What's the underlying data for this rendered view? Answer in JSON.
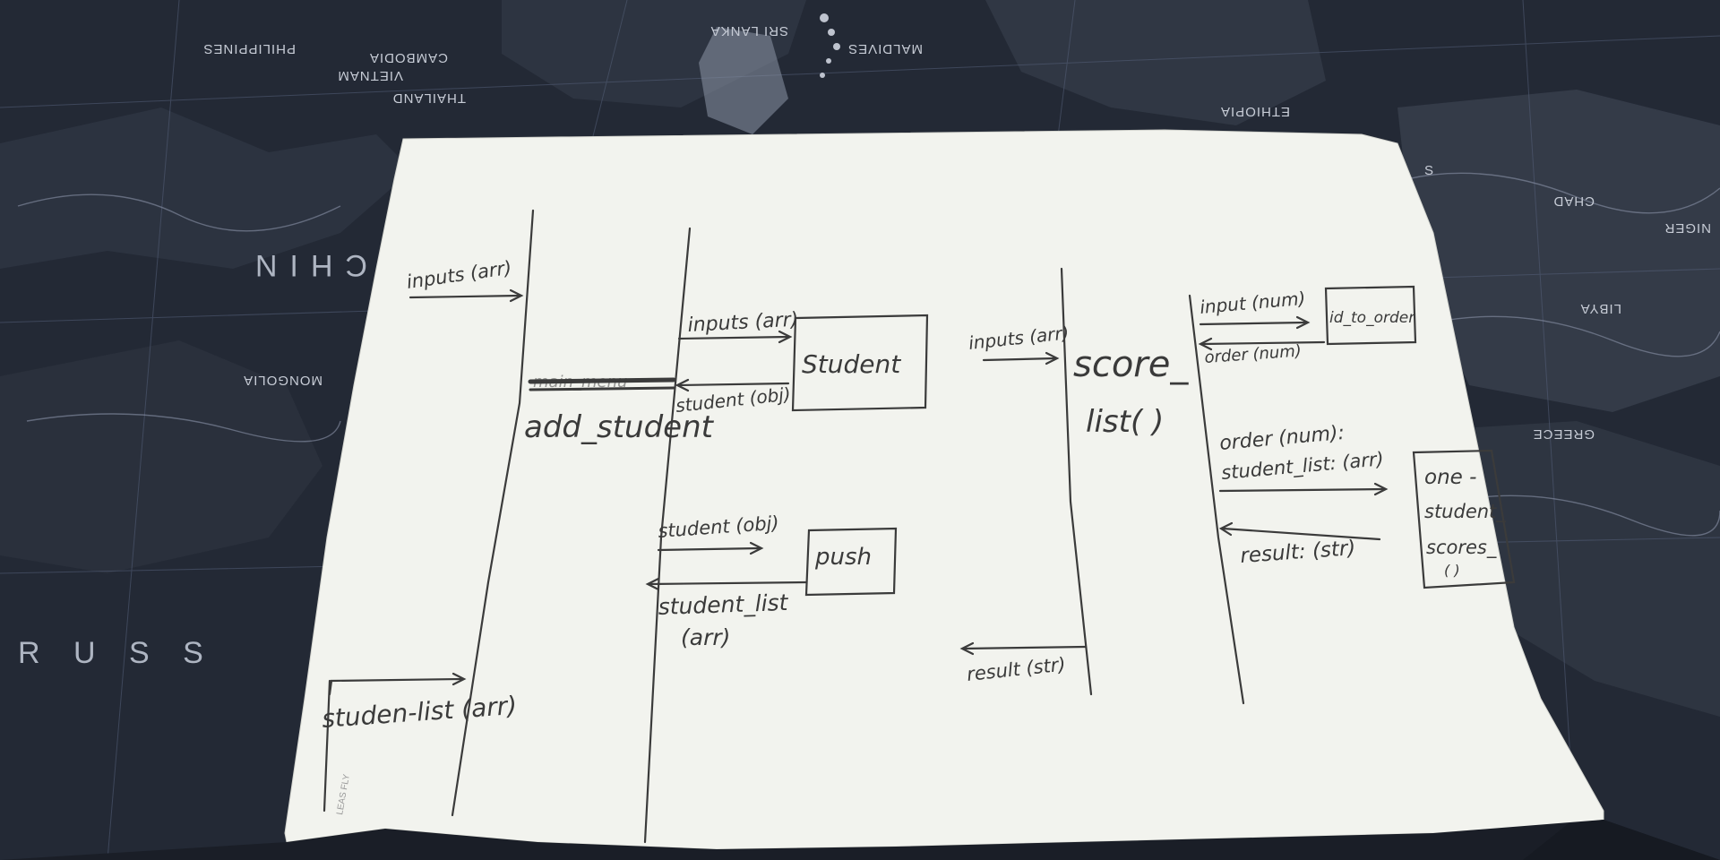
{
  "background_map": {
    "labels": [
      "PHILIPPINES",
      "VIETNAM",
      "THAILAND",
      "CAMBODIA",
      "SRI LANKA",
      "MALDIVES",
      "MONGOLIA",
      "LIBYA",
      "CHAD",
      "NIGER",
      "GREECE",
      "ETHIOPIA",
      "S",
      "R U S S",
      "CHIN"
    ]
  },
  "paper": {
    "lifeline_notes": {
      "caller_input": "inputs (arr)",
      "caller_return": "studen-list (arr)"
    },
    "add_student": {
      "struck_label": "main_menu",
      "label": "add_student",
      "msg_inputs": "inputs (arr)",
      "msg_student_ret": "student (obj)",
      "box_student": "Student",
      "msg_student_push": "student (obj)",
      "box_push": "push",
      "msg_list_ret": "student_list",
      "msg_list_ret_type": "(arr)"
    },
    "score_list": {
      "msg_inputs": "inputs (arr)",
      "label_line1": "score_",
      "label_line2": "list( )",
      "msg_result": "result (str)"
    },
    "id_to_order": {
      "msg_input": "input (num)",
      "box": "id_to_order",
      "msg_order_ret": "order (num)"
    },
    "one_student_scores": {
      "msg_args_line1": "order (num):",
      "msg_args_line2": "student_list: (arr)",
      "box_line1": "one -",
      "box_line2": "student_",
      "box_line3": "scores_",
      "box_line4": "( )",
      "msg_result": "result: (str)"
    },
    "corner_brand": "LEAS FLY"
  }
}
